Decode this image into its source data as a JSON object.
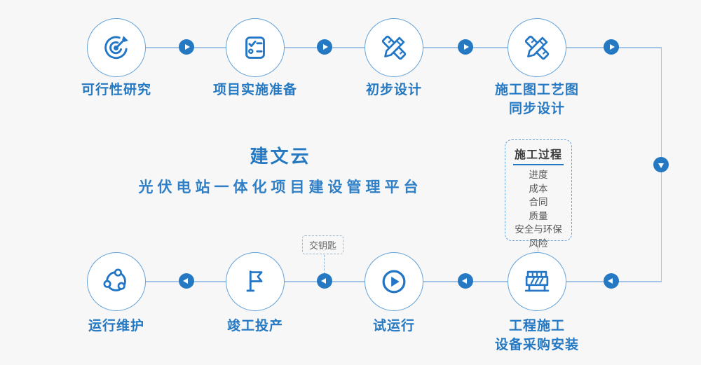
{
  "colors": {
    "accent_blue": "#2579c3",
    "circle_border_blue": "#64a2d8",
    "connector_blue": "#a3c4e6",
    "background": "#f7f7f8",
    "dark_text": "#3d3d3d",
    "item_text": "#555555"
  },
  "title_block": {
    "title": "建文云",
    "subtitle": "光伏电站一体化项目建设管理平台"
  },
  "top_flow": [
    {
      "label": "可行性研究",
      "icon": "target-dart-icon"
    },
    {
      "label": "项目实施准备",
      "icon": "checklist-icon"
    },
    {
      "label": "初步设计",
      "icon": "pencil-ruler-icon"
    },
    {
      "label": "施工图工艺图\n同步设计",
      "icon": "pencil-ruler-icon"
    }
  ],
  "bottom_flow": [
    {
      "label": "运行维护",
      "icon": "share-network-icon"
    },
    {
      "label": "竣工投产",
      "icon": "flag-icon"
    },
    {
      "label": "试运行",
      "icon": "play-circle-icon"
    },
    {
      "label": "工程施工\n设备采购安装",
      "icon": "barrier-icon"
    }
  ],
  "process_box": {
    "title": "施工过程",
    "items": [
      "进度",
      "成本",
      "合同",
      "质量",
      "安全与环保",
      "风险"
    ]
  },
  "handover_label": "交钥匙"
}
